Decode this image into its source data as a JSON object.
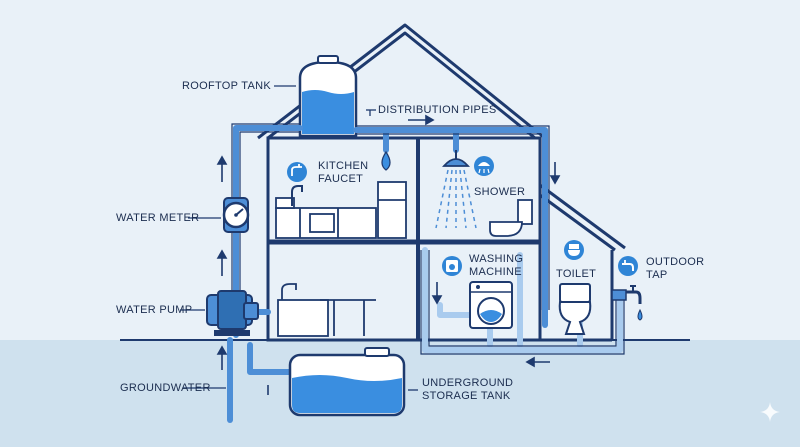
{
  "colors": {
    "background": "#e9f1f8",
    "ground": "#cfe1ee",
    "outline": "#1e3a6e",
    "pipe": "#4d8ed6",
    "pipe_light": "#a9cbee",
    "water": "#3a8ee0",
    "icon_circle": "#2f85d6",
    "text": "#1b2d4f"
  },
  "labels": {
    "rooftop_tank": "ROOFTOP TANK",
    "distribution_pipes": "DISTRIBUTION PIPES",
    "kitchen_faucet_1": "KITCHEN",
    "kitchen_faucet_2": "FAUCET",
    "shower": "SHOWER",
    "water_meter": "WATER METER",
    "water_pump": "WATER PUMP",
    "washing_machine_1": "WASHING",
    "washing_machine_2": "MACHINE",
    "toilet": "TOILET",
    "outdoor_tap_1": "OUTDOOR",
    "outdoor_tap_2": "TAP",
    "groundwater": "GROUNDWATER",
    "underground_storage_tank_1": "UNDERGROUND",
    "underground_storage_tank_2": "STORAGE TANK"
  },
  "icons": [
    "faucet-icon",
    "shower-icon",
    "washing-machine-icon",
    "toilet-icon",
    "tap-icon",
    "water-drop-icon",
    "sparkle-icon"
  ]
}
